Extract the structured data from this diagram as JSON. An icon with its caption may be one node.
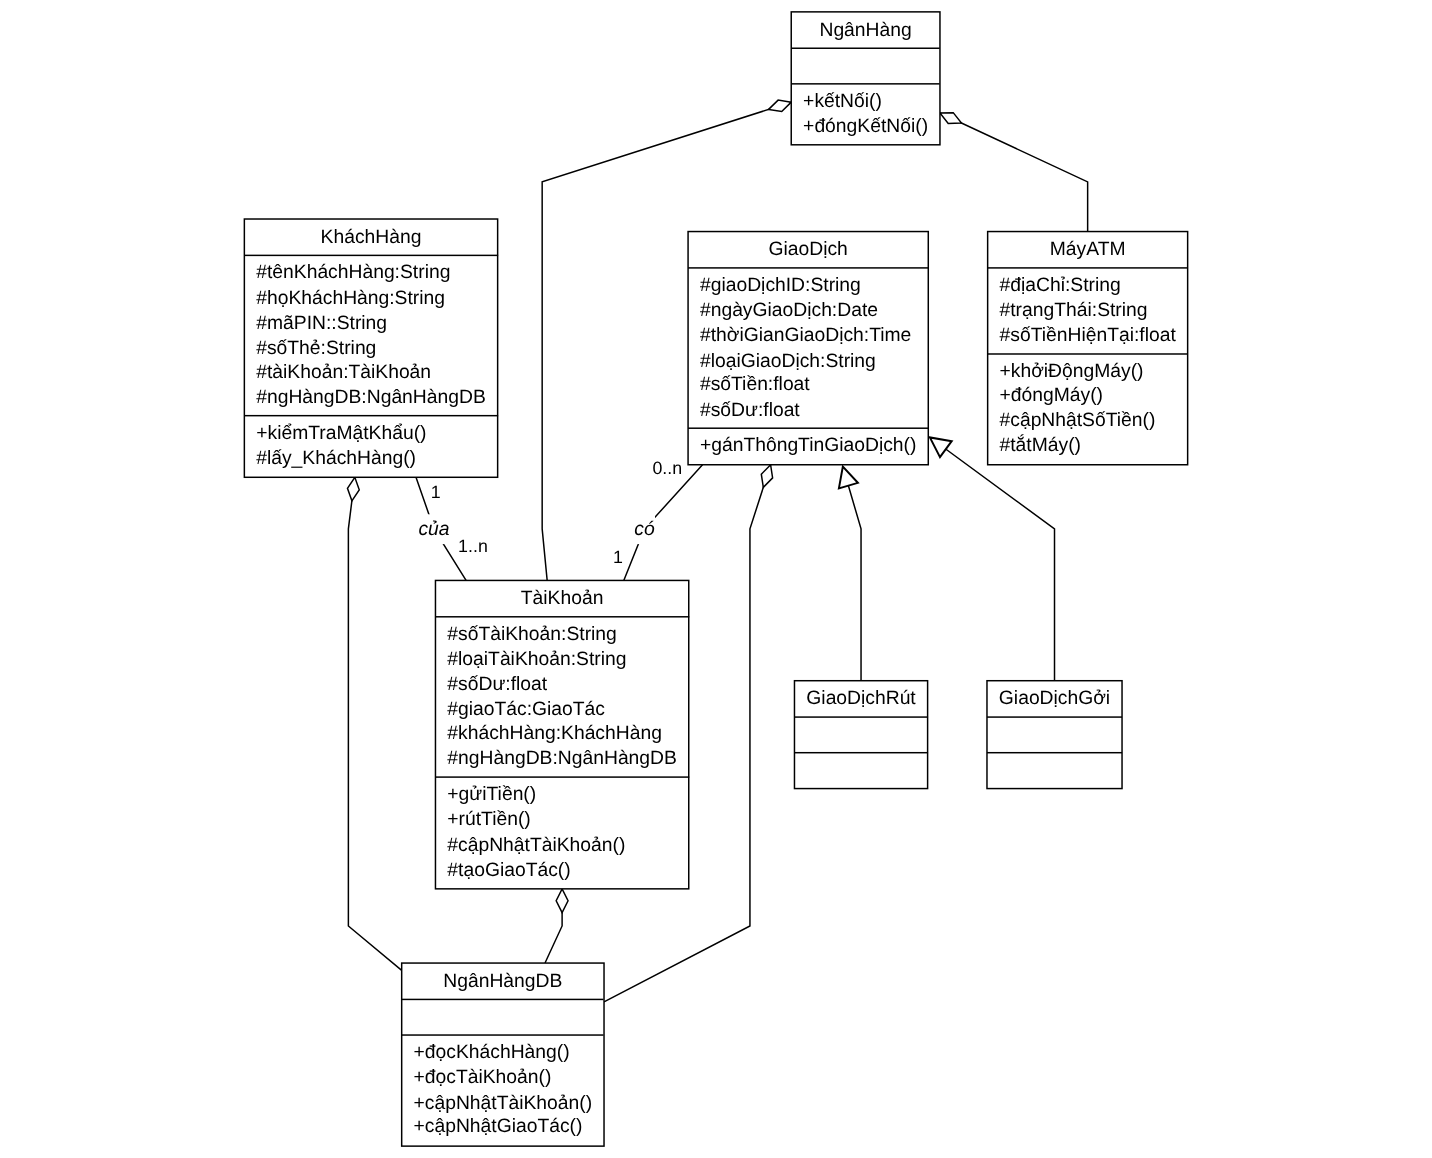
{
  "diagram": {
    "nodes": [
      {
        "text": [
          "NgânHàng",
          "+kếtNối()",
          "+đóngKếtNối()"
        ]
      },
      {
        "text": [
          "KháchHàng",
          "#tênKháchHàng:String",
          "#họKháchHàng:String",
          "#mãPIN::String",
          "#sốThẻ:String",
          "#tàiKhoản:TàiKhoản",
          "#ngHàngDB:NgânHàngDB",
          "+kiểmTraMậtKhẩu()",
          "#lấy_KháchHàng()"
        ]
      },
      {
        "text": [
          "MáyATM",
          "#địaChỉ:String",
          "#trạngThái:String",
          "#sốTiềnHiệnTại:float",
          "+khởiĐộngMáy()",
          "+đóngMáy()",
          "#cậpNhậtSốTiền()",
          "#tắtMáy()"
        ]
      },
      {
        "text": [
          "TàiKhoản",
          "#sốTàiKhoản:String",
          "#loạiTàiKhoản:String",
          "#sốDư:float",
          "#giaoTác:GiaoTác",
          "#kháchHàng:KháchHàng",
          "#ngHàngDB:NgânHàngDB",
          "+gửiTiền()",
          "+rútTiền()",
          "#cậpNhậtTàiKhoản()",
          "#tạoGiaoTác()"
        ]
      },
      {
        "text": [
          "GiaoDịch",
          "#giaoDịchID:String",
          "#ngàyGiaoDịch:Date",
          "#thờiGianGiaoDịch:Time",
          "#loạiGiaoDịch:String",
          "#sốTiền:float",
          "#sốDư:float",
          "+gánThôngTinGiaoDịch()"
        ]
      },
      {
        "text": [
          "NgânHàngDB",
          "+đọcKháchHàng()",
          "+đọcTàiKhoản()",
          "+cậpNhậtTàiKhoản()",
          "+cậpNhậtGiaoTác()"
        ]
      },
      {
        "text": [
          "GiaoDịchRút"
        ]
      },
      {
        "text": [
          "GiaoDịchGởi"
        ]
      }
    ],
    "edges": [
      {
        "from": 3,
        "to": 0,
        "arrow": "other"
      },
      {
        "from": 2,
        "to": 0,
        "arrow": "other"
      },
      {
        "from": 5,
        "to": 1,
        "arrow": "other"
      },
      {
        "from": 3,
        "to": 1,
        "arrow": "none",
        "label": "của"
      },
      {
        "from": 3,
        "to": 4,
        "arrow": "none",
        "label": "có"
      },
      {
        "from": 5,
        "to": 4,
        "arrow": "other"
      },
      {
        "from": 5,
        "to": 3,
        "arrow": "other"
      },
      {
        "from": 6,
        "to": 4,
        "arrow": "to"
      },
      {
        "from": 7,
        "to": 4,
        "arrow": "to"
      }
    ],
    "labels": [
      "1",
      "1..n",
      "1",
      "0..n"
    ]
  }
}
